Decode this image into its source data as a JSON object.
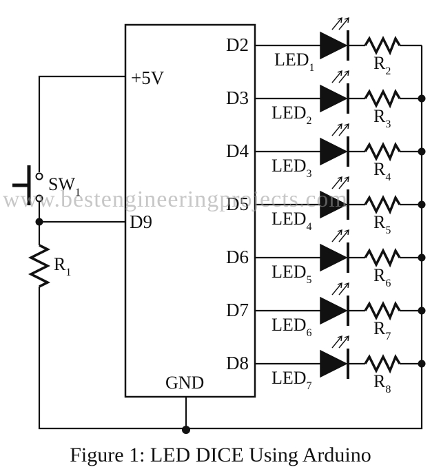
{
  "figure": {
    "caption": "Figure 1: LED DICE Using Arduino",
    "watermark": "www.bestengineeringprojects.com"
  },
  "arduino": {
    "supply_pin": "+5V",
    "input_pin": "D9",
    "ground_pin": "GND",
    "output_pins": [
      "D2",
      "D3",
      "D4",
      "D5",
      "D6",
      "D7",
      "D8"
    ]
  },
  "switch": {
    "name": "SW",
    "sub": "1"
  },
  "input_resistor": {
    "name": "R",
    "sub": "1"
  },
  "channels": [
    {
      "pin": "D2",
      "led": "LED",
      "led_sub": "1",
      "res": "R",
      "res_sub": "2"
    },
    {
      "pin": "D3",
      "led": "LED",
      "led_sub": "2",
      "res": "R",
      "res_sub": "3"
    },
    {
      "pin": "D4",
      "led": "LED",
      "led_sub": "3",
      "res": "R",
      "res_sub": "4"
    },
    {
      "pin": "D5",
      "led": "LED",
      "led_sub": "4",
      "res": "R",
      "res_sub": "5"
    },
    {
      "pin": "D6",
      "led": "LED",
      "led_sub": "5",
      "res": "R",
      "res_sub": "6"
    },
    {
      "pin": "D7",
      "led": "LED",
      "led_sub": "6",
      "res": "R",
      "res_sub": "7"
    },
    {
      "pin": "D8",
      "led": "LED",
      "led_sub": "7",
      "res": "R",
      "res_sub": "8"
    }
  ]
}
